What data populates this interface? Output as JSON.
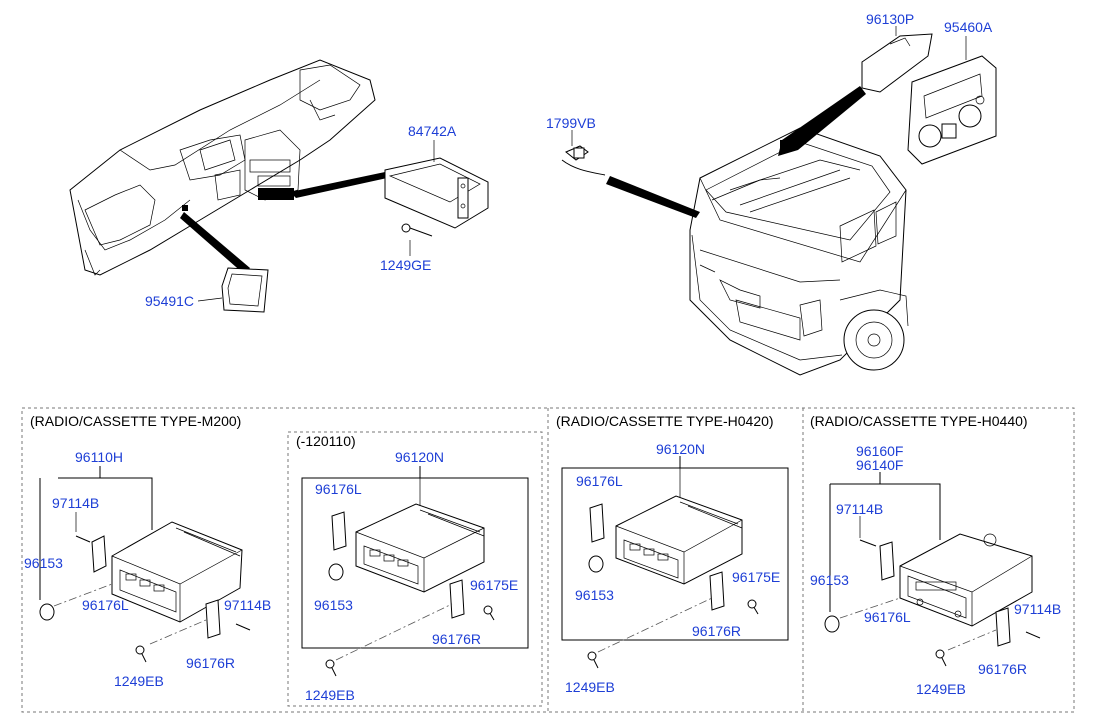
{
  "labels": {
    "p84742A": "84742A",
    "p1249GE": "1249GE",
    "p95491C": "95491C",
    "p1799VB": "1799VB",
    "p96130P": "96130P",
    "p95460A": "95460A"
  },
  "sections": [
    {
      "title": "(RADIO/CASSETTE TYPE-M200)",
      "labels": {
        "assembly": "96110H",
        "screw_top": "97114B",
        "knob": "96153",
        "bracket_l": "96176L",
        "screw_r": "97114B",
        "bracket_r": "96176R",
        "bolt": "1249EB"
      }
    },
    {
      "title": "(-120110)",
      "labels": {
        "assembly": "96120N",
        "bracket_l": "96176L",
        "knob": "96153",
        "screw": "96175E",
        "bracket_r": "96176R",
        "bolt": "1249EB"
      }
    },
    {
      "title": "(RADIO/CASSETTE TYPE-H0420)",
      "labels": {
        "assembly": "96120N",
        "bracket_l": "96176L",
        "knob": "96153",
        "screw": "96175E",
        "bracket_r": "96176R",
        "bolt": "1249EB"
      }
    },
    {
      "title": "(RADIO/CASSETTE TYPE-H0440)",
      "labels": {
        "assembly_1": "96160F",
        "assembly_2": "96140F",
        "screw_top": "97114B",
        "knob": "96153",
        "bracket_l": "96176L",
        "screw_r": "97114B",
        "bracket_r": "96176R",
        "bolt": "1249EB"
      }
    }
  ]
}
